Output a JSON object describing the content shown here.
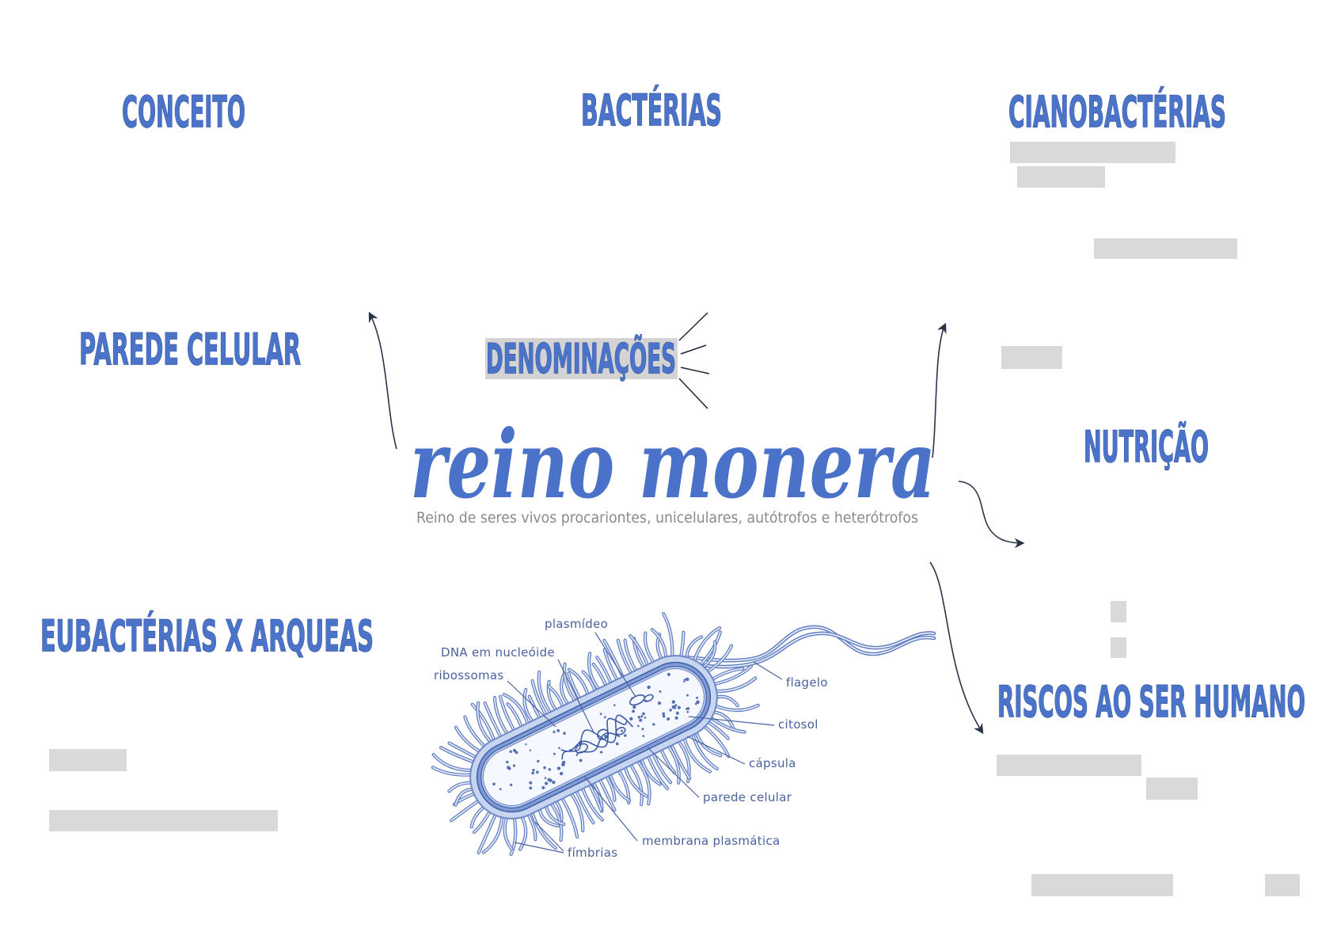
{
  "title": {
    "script": "reino monera",
    "subtitle": "Reino de seres vivos procariontes, unicelulares, autótrofos e heterótrofos"
  },
  "headings": {
    "conceito": "CONCEITO",
    "bacterias": "BACTÉRIAS",
    "cianobacterias": "CIANOBACTÉRIAS",
    "parede_celular": "PAREDE CELULAR",
    "denominacoes": "DENOMINAÇÕES",
    "nutricao": "NUTRIÇÃO",
    "eubacterias_x_arqueas": "EUBACTÉRIAS X ARQUEAS",
    "riscos_ao_ser_humano": "RISCOS AO SER HUMANO"
  },
  "bacterium_diagram": {
    "labels": {
      "plasmideo": "plasmídeo",
      "dna": "DNA em nucleóide",
      "ribossomas": "ribossomas",
      "flagelo": "flagelo",
      "citosol": "citosol",
      "capsula": "cápsula",
      "parede_celular": "parede celular",
      "membrana": "membrana plasmática",
      "fimbrias": "fímbrias"
    }
  },
  "colors": {
    "heading": "#4b74c9",
    "heading_outline": "#2e52a3",
    "script_title": "#4a72c8",
    "subtitle": "#8a8a8a",
    "arrow": "#2a3349",
    "redaction": "#d9d9d9",
    "highlight": "#d3d3d3",
    "diagram_label": "#4a62a0",
    "diagram_line": "#5f7cbf"
  }
}
